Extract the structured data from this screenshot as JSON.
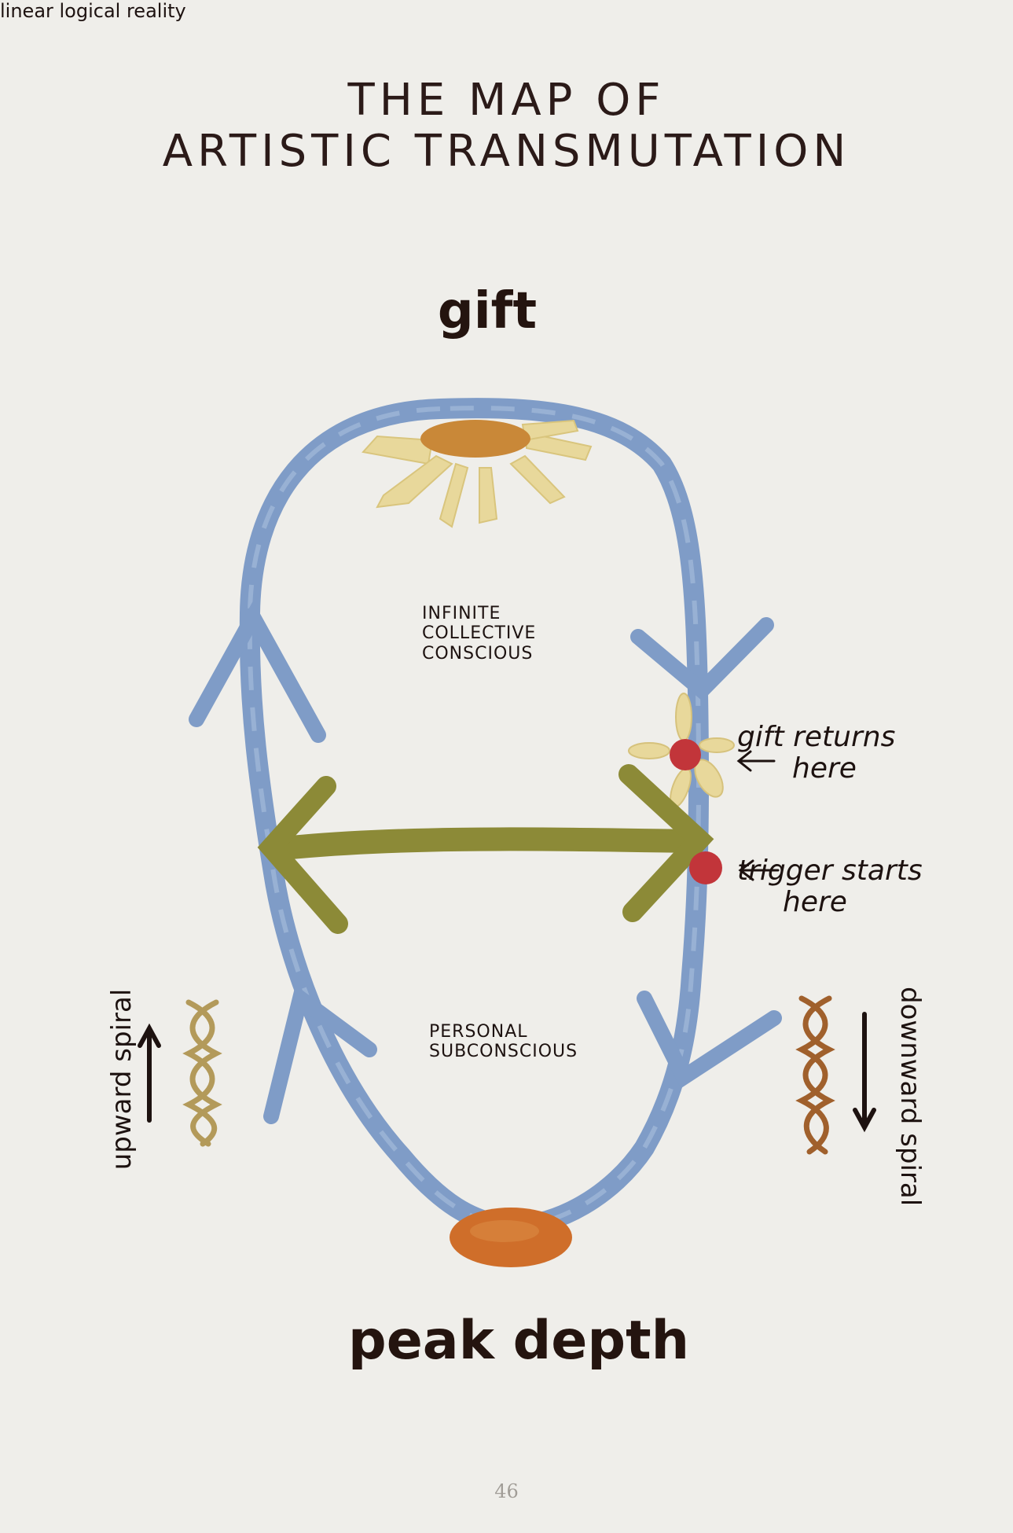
{
  "title": {
    "line1": "THE MAP OF",
    "line2": "ARTISTIC TRANSMUTATION"
  },
  "labels": {
    "gift": "gift",
    "peak_depth": "peak depth",
    "infinite": [
      "INFINITE",
      "COLLECTIVE",
      "CONSCIOUS"
    ],
    "personal": [
      "PERSONAL",
      "SUBCONSCIOUS"
    ],
    "linear": "linear logical reality"
  },
  "annotations": {
    "gift_returns": [
      "gift returns",
      "here"
    ],
    "trigger_starts": [
      "trigger starts",
      "here"
    ],
    "upward_spiral": "upward spiral",
    "downward_spiral": "downward spiral"
  },
  "page_number": "46",
  "colors": {
    "background": "#efeeea",
    "loop_blue": "#7f9cc7",
    "loop_blue_light": "#a9bfdc",
    "olive_arrow": "#8c8a37",
    "sun_orange": "#c98838",
    "sun_petal": "#e8d89b",
    "red_dot": "#c2353a",
    "depth_orange": "#cf6e2a",
    "spiral_tan": "#b39a5a",
    "spiral_rust": "#a0602c",
    "ink": "#24140f"
  }
}
